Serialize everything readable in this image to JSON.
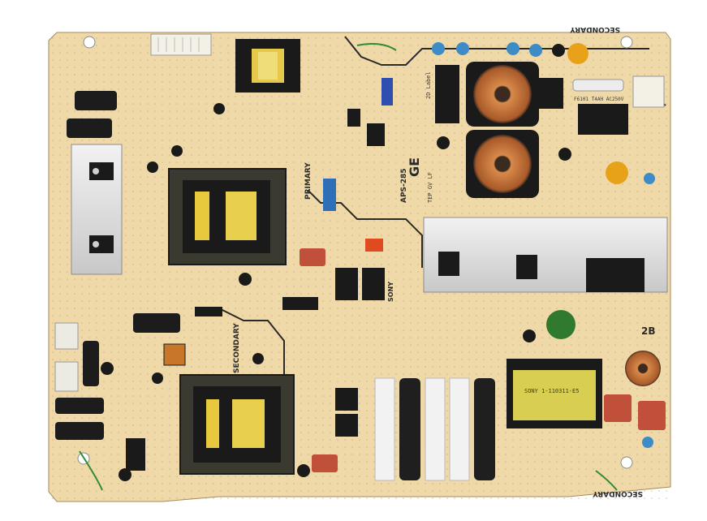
{
  "board": {
    "label_top": "SECONDARY",
    "label_bottom": "SECONDARY",
    "label_primary": "PRIMARY",
    "label_secondary_left": "SECONDARY",
    "model": "APS-285",
    "series": "GE",
    "brand": "SONY",
    "fuse_text": "F6101 T4AH AC250V",
    "transformer_text": "SONY 1-110311-E5",
    "stamp_text": "2D Label",
    "sub_code": "TEP GV LF",
    "marker_text": "2B"
  },
  "colors": {
    "pcb": "#efd9a8",
    "copper": "#c77a3a",
    "component_black": "#1a1a1a",
    "capacitor_blue": "#3d8bc7",
    "capacitor_yellow": "#e8a21a",
    "film_cap_red": "#c0503a",
    "heatsink": "#d8d8d8",
    "label_blue": "#2f6fb7"
  }
}
